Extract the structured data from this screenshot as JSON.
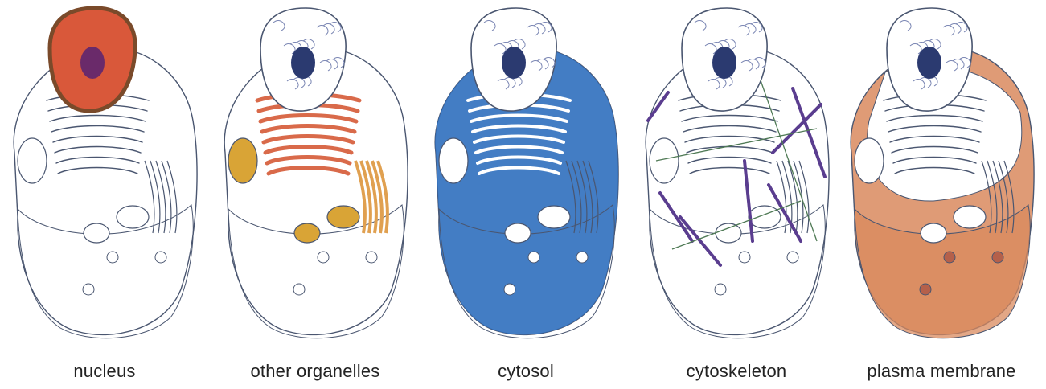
{
  "panels": [
    {
      "label": "nucleus",
      "highlight": "nucleus",
      "color": "#d9583a"
    },
    {
      "label": "other organelles",
      "highlight": "organelles",
      "color": "#d96a4a"
    },
    {
      "label": "cytosol",
      "highlight": "cytosol",
      "color": "#2f6fbe"
    },
    {
      "label": "cytoskeleton",
      "highlight": "cytoskeleton",
      "color": "#5a3d8f"
    },
    {
      "label": "plasma membrane",
      "highlight": "membrane",
      "color": "#d98a5e"
    }
  ]
}
